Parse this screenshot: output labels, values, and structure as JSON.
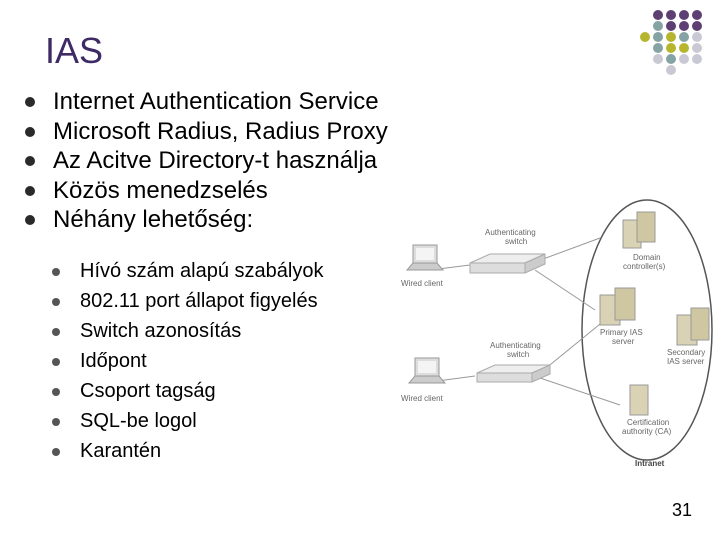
{
  "slide": {
    "title": "IAS",
    "bullets": [
      "Internet Authentication Service",
      "Microsoft Radius, Radius Proxy",
      "Az Acitve Directory-t használja",
      "Közös menedzselés",
      "Néhány lehetőség:"
    ],
    "sub_bullets": [
      "Hívó szám alapú szabályok",
      "802.11 port állapot figyelés",
      "Switch azonosítás",
      "Időpont",
      "Csoport tagság",
      "SQL-be logol",
      "Karantén"
    ],
    "page_number": "31"
  },
  "diagram": {
    "labels": {
      "auth_switch_1": [
        "Authenticating",
        "switch"
      ],
      "wired_client_1": "Wired client",
      "auth_switch_2": [
        "Authenticating",
        "switch"
      ],
      "wired_client_2": "Wired client",
      "domain_controller": [
        "Domain",
        "controller(s)"
      ],
      "primary_ias": [
        "Primary IAS",
        "server"
      ],
      "secondary_ias": [
        "Secondary",
        "IAS server"
      ],
      "cert_authority": [
        "Certification",
        "authority (CA)"
      ],
      "intranet": "Intranet"
    }
  },
  "decor": {
    "colors": {
      "purple": "#5e3f73",
      "teal": "#86a3a3",
      "olive": "#b5b52e",
      "gray": "#c9c9d4",
      "title": "#3e2a64"
    },
    "dot_grid": [
      [
        "",
        "purple",
        "purple",
        "purple",
        "purple"
      ],
      [
        "",
        "teal",
        "purple",
        "purple",
        "purple"
      ],
      [
        "olive",
        "teal",
        "olive",
        "teal",
        "gray"
      ],
      [
        "",
        "teal",
        "olive",
        "olive",
        "gray"
      ],
      [
        "",
        "gray",
        "teal",
        "gray",
        "gray"
      ],
      [
        "",
        "",
        "gray",
        "",
        ""
      ]
    ]
  }
}
